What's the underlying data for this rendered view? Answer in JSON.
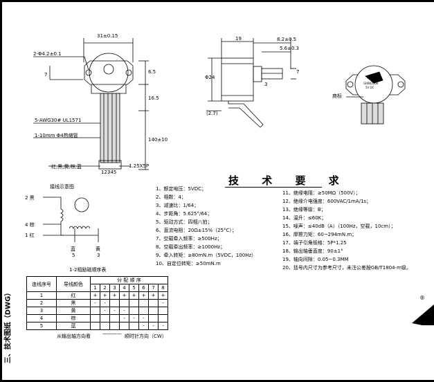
{
  "side_label": "三、技术图纸（DWG）",
  "front_view": {
    "dim_width": "31±0.15",
    "dim_holes": "2-Φ4.2±0.1",
    "dim_7": "7",
    "dim_65": "6.5",
    "dim_165": "16.5",
    "dim_140": "140±10",
    "wire_spec": "5-AWG30# UL1571",
    "sleeve": "1-10mm Φ4热缩管",
    "colors": "红,黑,黄,棕,蓝",
    "connector": "1.25X5P",
    "pins": "12345"
  },
  "side_view": {
    "dim_19": "19",
    "dim_82": "8.2±0.5",
    "dim_56": "5.6±0.3",
    "dim_24": "Φ24",
    "dim_3": "3",
    "dim_7": "7",
    "dim_27": "(2.7)"
  },
  "top_view": {
    "label": "商标",
    "brand_line1": "GRBK2408",
    "brand_line2": "5V DC"
  },
  "wiring": {
    "title": "接线示意图",
    "labels": [
      "2 黑",
      "4 棕",
      "1 红",
      "蓝",
      "5",
      "黄",
      "3"
    ]
  },
  "specs_title": "技 术 要 求",
  "specs_left": [
    "1、额定电压：5VDC；",
    "2、相数：4；",
    "3、减速比：1/64；",
    "4、步距角：5.625°/64；",
    "5、驱动方式：四相八拍；",
    "6、直流电阻：20Ω±15%（25°C）；",
    "7、空载牵入频率：≥500Hz；",
    "8、空载牵出频率：≥1000Hz；",
    "9、牵入转矩：≥80mN.m（5VDC，100Hz）",
    "10、自定位转矩：≥50mN.m"
  ],
  "specs_right": [
    "11、绝缘电阻：≥50MΩ（500V）；",
    "12、绝缘介电强度：600VAC/1mA/1s；",
    "13、绝缘等级：B；",
    "14、温升：≤60K；",
    "15、噪声：≤40dB（A）（100Hz，空载，10cm）；",
    "16、摩擦力矩：60~294mN.m；",
    "17、端子引角规格：5P*1.25",
    "18、输出轴垂直度：90±1°",
    "19、轴向间隙：0.05~0.3MM",
    "20、括号内尺寸为参考尺寸，未注公差按GB/T1804-m级。"
  ],
  "sequence": {
    "title": "1-2相励磁顺序表",
    "col_wire": "连线序号",
    "col_color": "导线颜色",
    "col_dist": "分 配 顺 序",
    "steps": [
      "1",
      "2",
      "3",
      "4",
      "5",
      "6",
      "7",
      "8"
    ],
    "rows": [
      {
        "no": "1",
        "color": "红",
        "cells": [
          "+",
          "+",
          "+",
          "+",
          "+",
          "+",
          "+",
          "+"
        ]
      },
      {
        "no": "2",
        "color": "黑",
        "cells": [
          "-",
          "-",
          "",
          "",
          "",
          "",
          "",
          "-"
        ]
      },
      {
        "no": "3",
        "color": "黄",
        "cells": [
          "",
          "-",
          "-",
          "-",
          "",
          "",
          "",
          ""
        ]
      },
      {
        "no": "4",
        "color": "棕",
        "cells": [
          "",
          "",
          "",
          "-",
          "-",
          "-",
          "",
          ""
        ]
      },
      {
        "no": "5",
        "color": "蓝",
        "cells": [
          "",
          "",
          "",
          "",
          "",
          "-",
          "-",
          "-"
        ]
      }
    ],
    "footer_left": "从输出轴方向看",
    "footer_right": "顺时针方向（CW）"
  },
  "logo_mark": "®"
}
